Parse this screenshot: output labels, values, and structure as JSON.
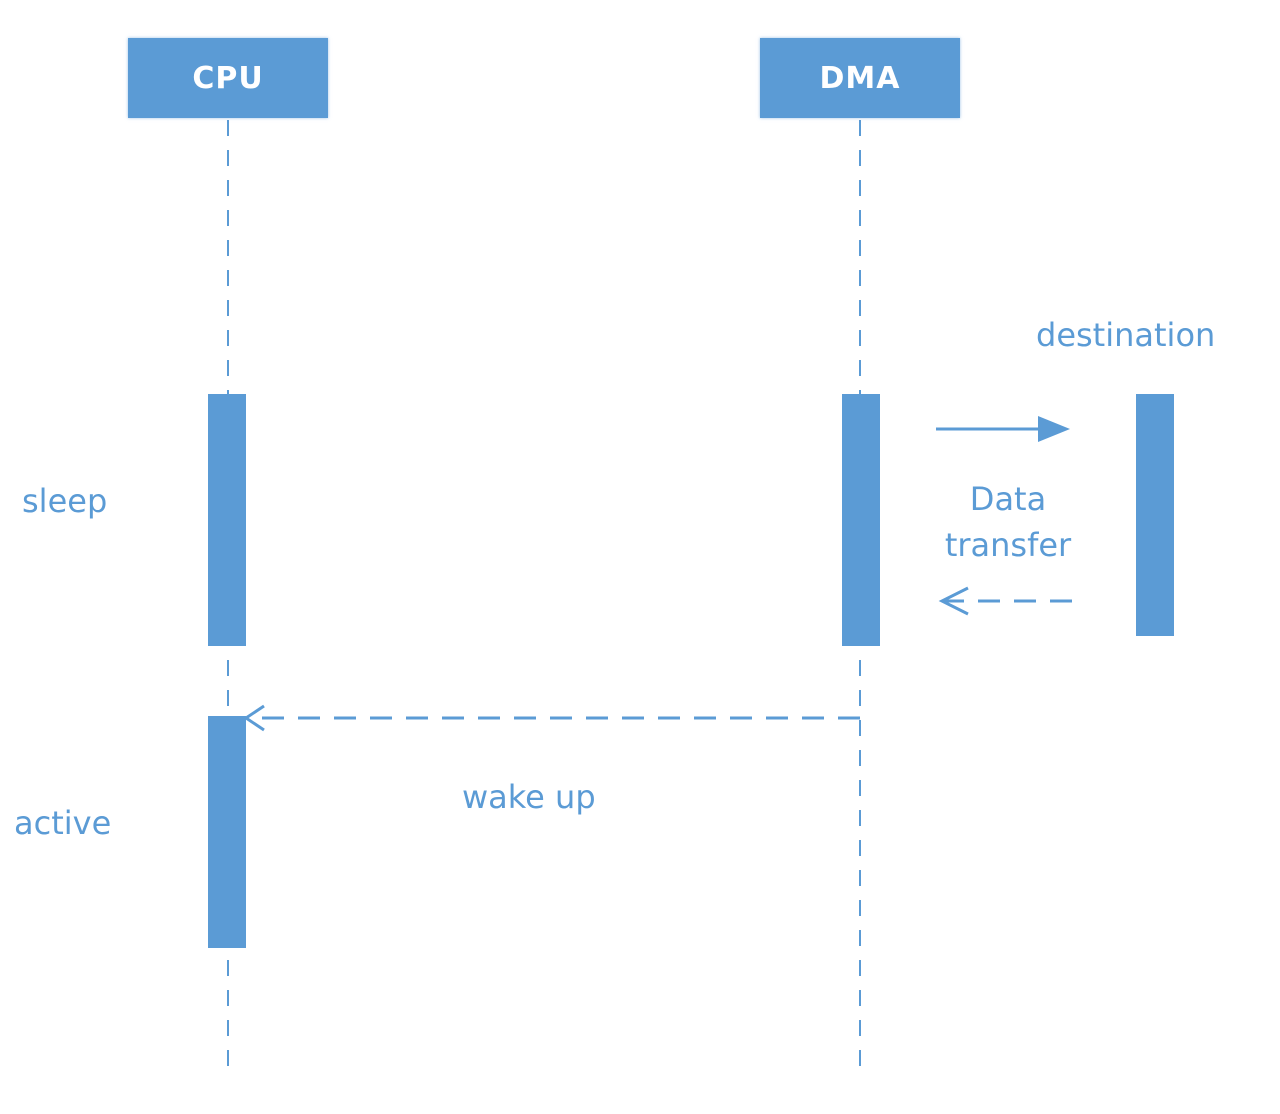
{
  "colors": {
    "primary": "#5b9bd5",
    "text": "#5b9bd5",
    "head_text": "#ffffff"
  },
  "participants": [
    {
      "id": "cpu",
      "label": "CPU"
    },
    {
      "id": "dma",
      "label": "DMA"
    }
  ],
  "states": {
    "sleep": "sleep",
    "active": "active"
  },
  "messages": {
    "wake_up": "wake up",
    "data_transfer_line1": "Data",
    "data_transfer_line2": "transfer",
    "destination": "destination"
  }
}
